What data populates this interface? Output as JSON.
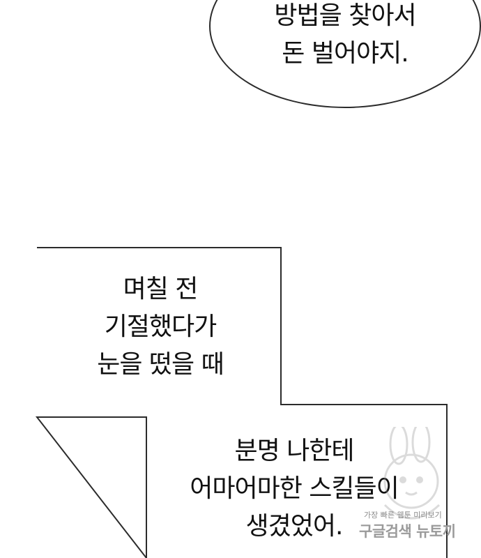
{
  "speech_bubble": {
    "text": "방법을 찾아서\n돈 벌어야지."
  },
  "caption_box": {
    "top_text": "며칠 전\n기절했다가\n눈을 떴을 때",
    "bottom_text": "분명 나한테\n어마어마한 스킬들이\n생겼었어."
  },
  "watermark": {
    "line1": "가장 빠른 웹툰 미리보기",
    "line2": "구글검색 뉴토끼",
    "icon": "bunny-character-icon"
  },
  "colors": {
    "border": "#2b2b2b",
    "text": "#111111",
    "background": "#ffffff"
  }
}
